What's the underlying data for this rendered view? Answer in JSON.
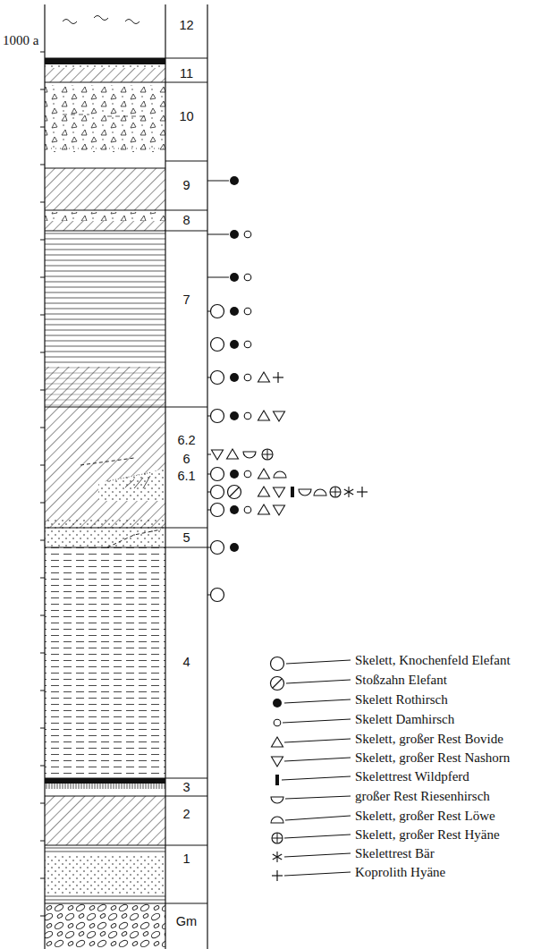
{
  "diagram": {
    "nodes": [
      {
        "text": [
          "12"
        ]
      },
      {
        "text": [
          "11"
        ]
      },
      {
        "text": [
          "10"
        ]
      },
      {
        "text": [
          "9"
        ]
      },
      {
        "text": [
          "8"
        ]
      },
      {
        "text": [
          "7"
        ]
      },
      {
        "text": [
          "6.2",
          "6",
          "6.1"
        ]
      },
      {
        "text": [
          "5"
        ]
      },
      {
        "text": [
          "4"
        ]
      },
      {
        "text": [
          "3"
        ]
      },
      {
        "text": [
          "2"
        ]
      },
      {
        "text": [
          "1"
        ]
      },
      {
        "text": [
          "Gm"
        ]
      }
    ],
    "labels": [
      "1000 a"
    ],
    "legend": [
      {
        "text": "Skelett, Knochenfeld Elefant"
      },
      {
        "text": "Stoßzahn Elefant"
      },
      {
        "text": "Skelett Rothirsch"
      },
      {
        "text": "Skelett Damhirsch"
      },
      {
        "text": "Skelett, großer Rest Bovide"
      },
      {
        "text": "Skelett, großer Rest Nashorn"
      },
      {
        "text": "Skelettrest Wildpferd"
      },
      {
        "text": "großer Rest Riesenhirsch"
      },
      {
        "text": "Skelett, großer Rest Löwe"
      },
      {
        "text": "Skelett, großer Rest Hyäne"
      },
      {
        "text": "Skelettrest Bär"
      },
      {
        "text": "Koprolith Hyäne"
      }
    ]
  }
}
